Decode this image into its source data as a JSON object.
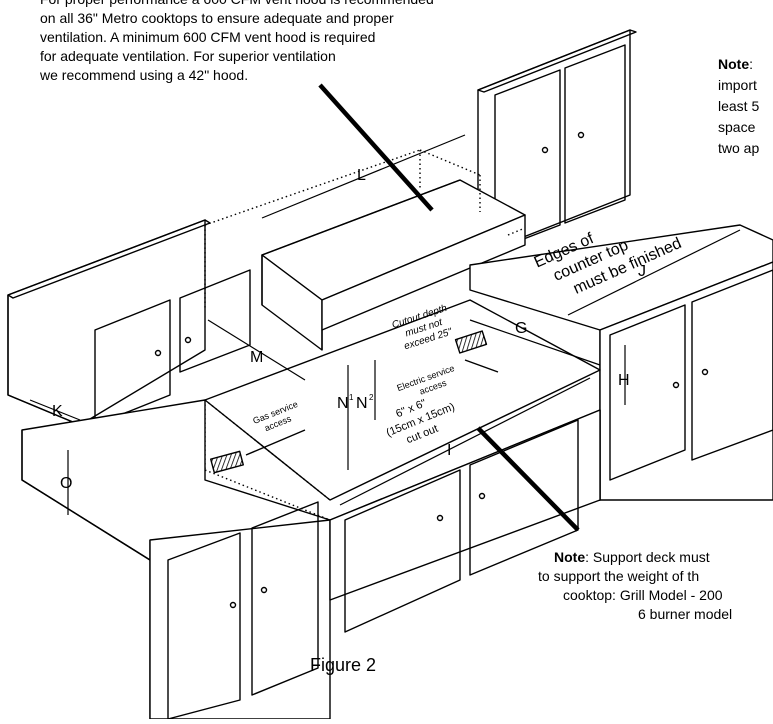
{
  "header_note": {
    "line1": "For proper performance a 600 CFM vent hood is recommended",
    "line2": "on all 36\" Metro cooktops to ensure adequate and proper",
    "line3": "ventilation. A minimum 600 CFM vent hood is required",
    "line4": "for adequate ventilation. For superior ventilation",
    "line5": "we recommend using a 42\" hood."
  },
  "side_note": {
    "label": "Note",
    "line1": ":",
    "line2": "import",
    "line3": "least 5",
    "line4": "space",
    "line5": "two ap"
  },
  "bottom_note": {
    "label": "Note",
    "line1": ": Support deck must",
    "line2": "to support the weight of th",
    "line3": "cooktop: Grill Model - 200",
    "line4": "6 burner model"
  },
  "labels": {
    "L": "L",
    "M": "M",
    "N1": "N",
    "N1_sup": "1",
    "N2": "N",
    "N2_sup": "2",
    "G": "G",
    "H": "H",
    "I": "I",
    "J": "J",
    "K": "K",
    "O": "O"
  },
  "annotations": {
    "edges1": "Edges of",
    "edges2": "counter top",
    "edges3": "must be finished",
    "cutout_depth1": "Cutout depth",
    "cutout_depth2": "must not",
    "cutout_depth3": "exceed 25\"",
    "electric1": "Electric service",
    "electric2": "access",
    "gas1": "Gas service",
    "gas2": "access",
    "cutout1": "6\" x 6\"",
    "cutout2": "(15cm x 15cm)",
    "cutout3": "cut out"
  },
  "figure_caption": "Figure 2"
}
